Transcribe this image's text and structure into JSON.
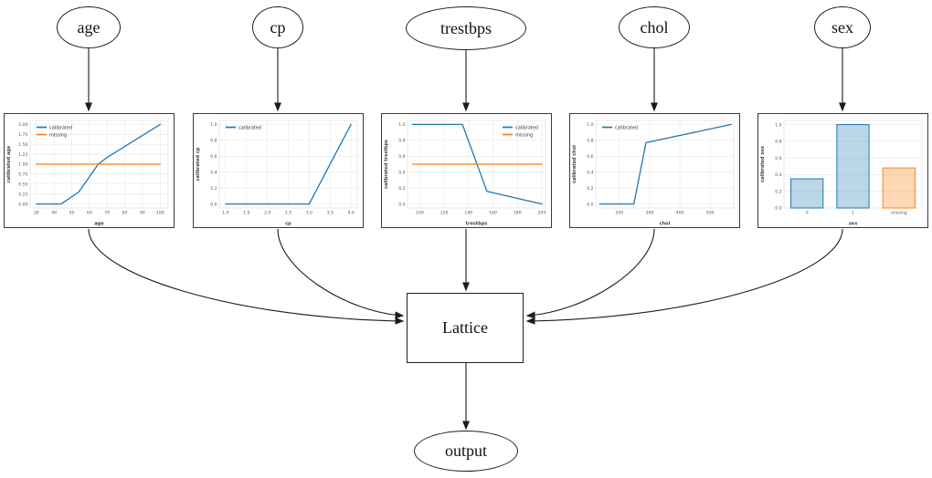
{
  "diagram": {
    "features": [
      {
        "id": "age",
        "label": "age"
      },
      {
        "id": "cp",
        "label": "cp"
      },
      {
        "id": "trestbps",
        "label": "trestbps"
      },
      {
        "id": "chol",
        "label": "chol"
      },
      {
        "id": "sex",
        "label": "sex"
      }
    ],
    "lattice_label": "Lattice",
    "output_label": "output"
  },
  "colors": {
    "calibrated": "#1f77b4",
    "missing": "#ff7f0e",
    "edge": "#1c1c1c",
    "grid": "#e8e8e8"
  },
  "chart_data": [
    {
      "type": "line",
      "xlabel": "age",
      "ylabel": "calibrated age",
      "xlim": [
        26.5,
        104.5
      ],
      "ylim": [
        -0.1,
        2.1
      ],
      "xticks": [
        30,
        40,
        50,
        60,
        70,
        80,
        90,
        100
      ],
      "xtick_labels": [
        "30",
        "40",
        "50",
        "60",
        "70",
        "80",
        "90",
        "100"
      ],
      "yticks": [
        0,
        0.25,
        0.5,
        0.75,
        1.0,
        1.25,
        1.5,
        1.75,
        2.0
      ],
      "ytick_labels": [
        "0.00",
        "0.25",
        "0.50",
        "0.75",
        "1.00",
        "1.25",
        "1.50",
        "1.75",
        "2.00"
      ],
      "legend": [
        "calibrated",
        "missing"
      ],
      "legend_pos": "top-left",
      "grid": true,
      "series": [
        {
          "name": "calibrated",
          "color": "#1f77b4",
          "x": [
            30,
            44,
            54,
            65,
            70,
            100
          ],
          "y": [
            0,
            0,
            0.3,
            1.0,
            1.17,
            2.0
          ]
        },
        {
          "name": "missing",
          "color": "#ff7f0e",
          "x": [
            30,
            100
          ],
          "y": [
            1.0,
            1.0
          ]
        }
      ]
    },
    {
      "type": "line",
      "xlabel": "cp",
      "ylabel": "calibrated cp",
      "xlim": [
        0.85,
        4.15
      ],
      "ylim": [
        -0.05,
        1.05
      ],
      "xticks": [
        1.0,
        1.5,
        2.0,
        2.5,
        3.0,
        3.5,
        4.0
      ],
      "xtick_labels": [
        "1.0",
        "1.5",
        "2.0",
        "2.5",
        "3.0",
        "3.5",
        "4.0"
      ],
      "yticks": [
        0,
        0.2,
        0.4,
        0.6,
        0.8,
        1.0
      ],
      "ytick_labels": [
        "0.0",
        "0.2",
        "0.4",
        "0.6",
        "0.8",
        "1.0"
      ],
      "legend": [
        "calibrated"
      ],
      "legend_pos": "top-left",
      "grid": true,
      "series": [
        {
          "name": "calibrated",
          "color": "#1f77b4",
          "x": [
            1.0,
            3.0,
            4.0
          ],
          "y": [
            0,
            0,
            1.0
          ]
        }
      ]
    },
    {
      "type": "line",
      "xlabel": "trestbps",
      "ylabel": "calibrated trestbps",
      "xlim": [
        90,
        203
      ],
      "ylim": [
        -0.05,
        1.05
      ],
      "xticks": [
        100,
        120,
        140,
        160,
        180,
        200
      ],
      "xtick_labels": [
        "100",
        "120",
        "140",
        "160",
        "180",
        "200"
      ],
      "yticks": [
        0,
        0.2,
        0.4,
        0.6,
        0.8,
        1.0
      ],
      "ytick_labels": [
        "0.0",
        "0.2",
        "0.4",
        "0.6",
        "0.8",
        "1.0"
      ],
      "legend": [
        "calibrated",
        "missing"
      ],
      "legend_pos": "top-right",
      "grid": true,
      "series": [
        {
          "name": "calibrated",
          "color": "#1f77b4",
          "x": [
            94,
            135,
            155,
            200
          ],
          "y": [
            1.0,
            1.0,
            0.16,
            0.0
          ]
        },
        {
          "name": "missing",
          "color": "#ff7f0e",
          "x": [
            94,
            200
          ],
          "y": [
            0.5,
            0.5
          ]
        }
      ]
    },
    {
      "type": "line",
      "xlabel": "chol",
      "ylabel": "calibrated chol",
      "xlim": [
        122,
        578
      ],
      "ylim": [
        -0.05,
        1.05
      ],
      "xticks": [
        200,
        300,
        400,
        500
      ],
      "xtick_labels": [
        "200",
        "300",
        "400",
        "500"
      ],
      "yticks": [
        0,
        0.2,
        0.4,
        0.6,
        0.8,
        1.0
      ],
      "ytick_labels": [
        "0.0",
        "0.2",
        "0.4",
        "0.6",
        "0.8",
        "1.0"
      ],
      "legend": [
        "calibrated"
      ],
      "legend_pos": "top-left",
      "grid": true,
      "series": [
        {
          "name": "calibrated",
          "color": "#1f77b4",
          "x": [
            135,
            248,
            288,
            570
          ],
          "y": [
            0,
            0,
            0.77,
            1.0
          ]
        }
      ]
    },
    {
      "type": "bar",
      "xlabel": "sex",
      "ylabel": "calibrated sex",
      "ylim": [
        0,
        1.05
      ],
      "yticks": [
        0,
        0.2,
        0.4,
        0.6,
        0.8,
        1.0
      ],
      "ytick_labels": [
        "0.0",
        "0.2",
        "0.4",
        "0.6",
        "0.8",
        "1.0"
      ],
      "categories": [
        "0",
        "1",
        "missing"
      ],
      "values": [
        0.35,
        1.0,
        0.48
      ],
      "bar_edges": [
        "#1f77b4",
        "#1f77b4",
        "#ff7f0e"
      ],
      "bar_fills": [
        "rgba(31,119,180,0.3)",
        "rgba(31,119,180,0.3)",
        "rgba(255,127,14,0.3)"
      ],
      "grid": true,
      "legend": []
    }
  ]
}
